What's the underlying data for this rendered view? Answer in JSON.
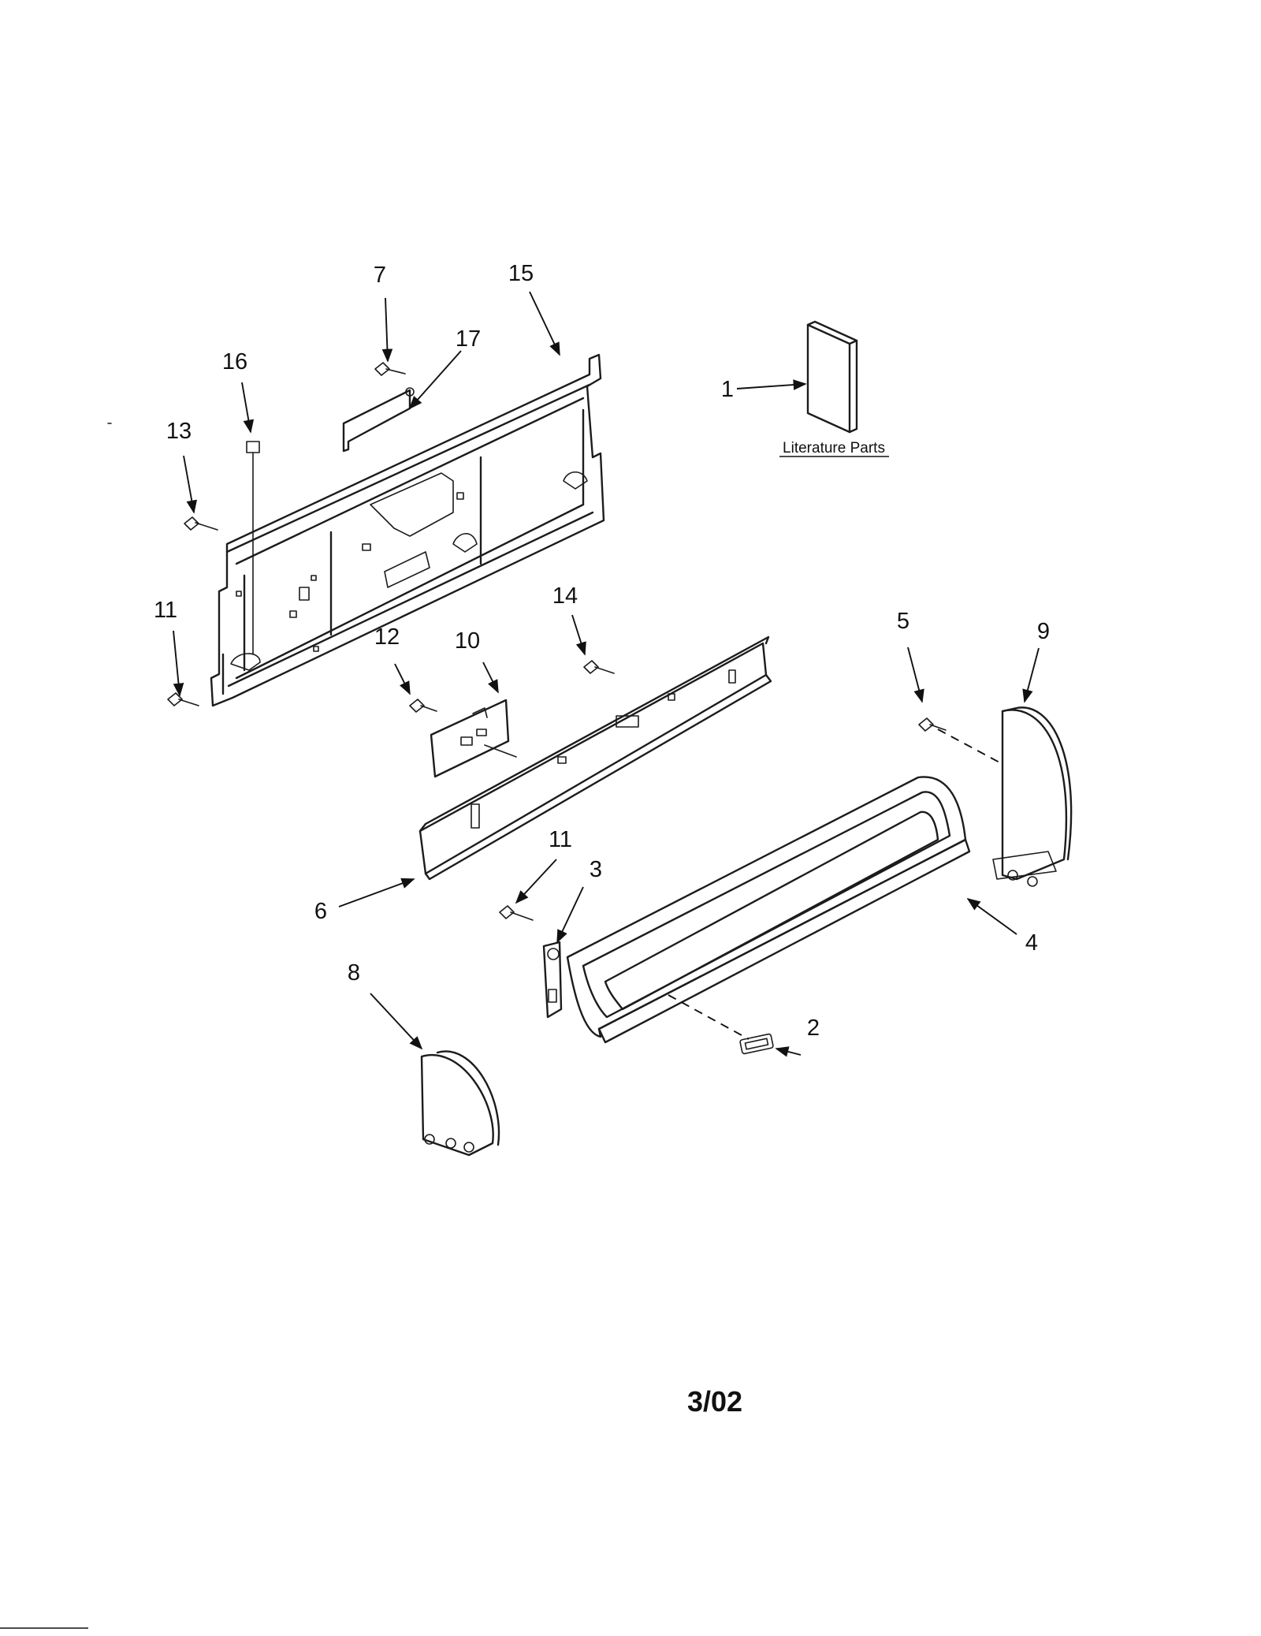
{
  "diagram": {
    "callouts": [
      "1",
      "2",
      "3",
      "4",
      "5",
      "6",
      "7",
      "8",
      "9",
      "10",
      "11",
      "11",
      "12",
      "13",
      "14",
      "15",
      "16",
      "17"
    ],
    "literature_caption": "Literature Parts",
    "date_code": "3/02"
  }
}
